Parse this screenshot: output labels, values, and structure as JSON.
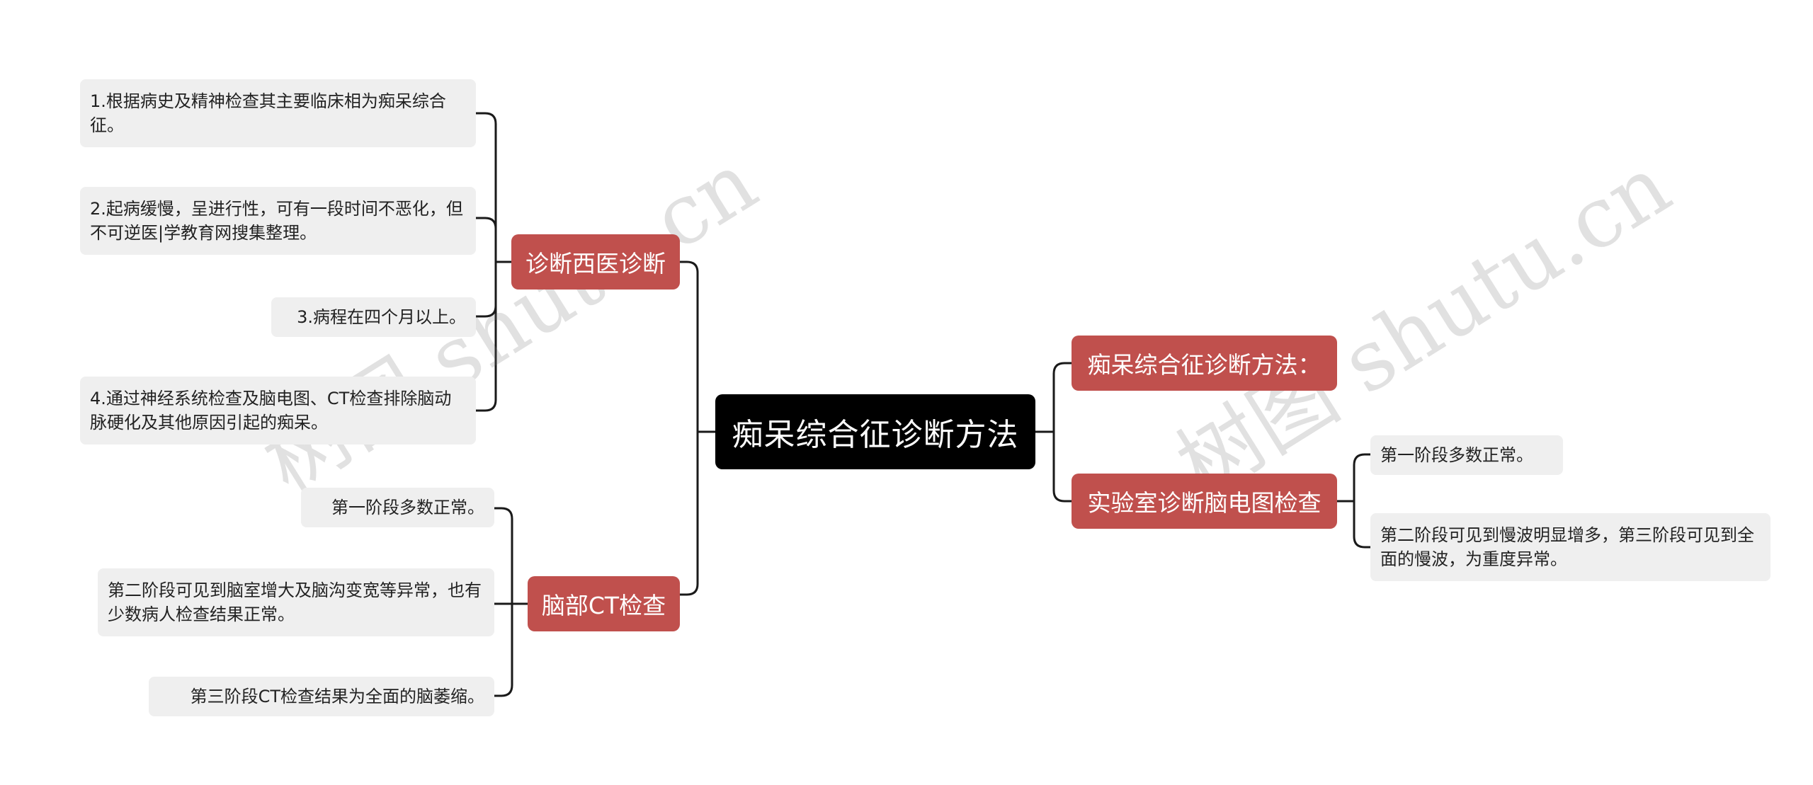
{
  "root": {
    "label": "痴呆综合征诊断方法"
  },
  "left_branches": [
    {
      "label": "诊断西医诊断",
      "leaves": [
        "1.根据病史及精神检查其主要临床相为痴呆综合征。",
        "2.起病缓慢，呈进行性，可有一段时间不恶化，但不可逆医|学教育网搜集整理。",
        "3.病程在四个月以上。",
        "4.通过神经系统检查及脑电图、CT检查排除脑动脉硬化及其他原因引起的痴呆。"
      ]
    },
    {
      "label": "脑部CT检查",
      "leaves": [
        "第一阶段多数正常。",
        "第二阶段可见到脑室增大及脑沟变宽等异常，也有少数病人检查结果正常。",
        "第三阶段CT检查结果为全面的脑萎缩。"
      ]
    }
  ],
  "right_branches": [
    {
      "label": "痴呆综合征诊断方法：",
      "leaves": []
    },
    {
      "label": "实验室诊断脑电图检查",
      "leaves": [
        "第一阶段多数正常。",
        "第二阶段可见到慢波明显增多，第三阶段可见到全面的慢波，为重度异常。"
      ]
    }
  ],
  "watermarks": [
    "树图 shutu.cn",
    "树图 shutu.cn"
  ],
  "colors": {
    "root_bg": "#000000",
    "branch_bg": "#c0504d",
    "leaf_bg": "#efefef",
    "line": "#1a1a1a"
  }
}
